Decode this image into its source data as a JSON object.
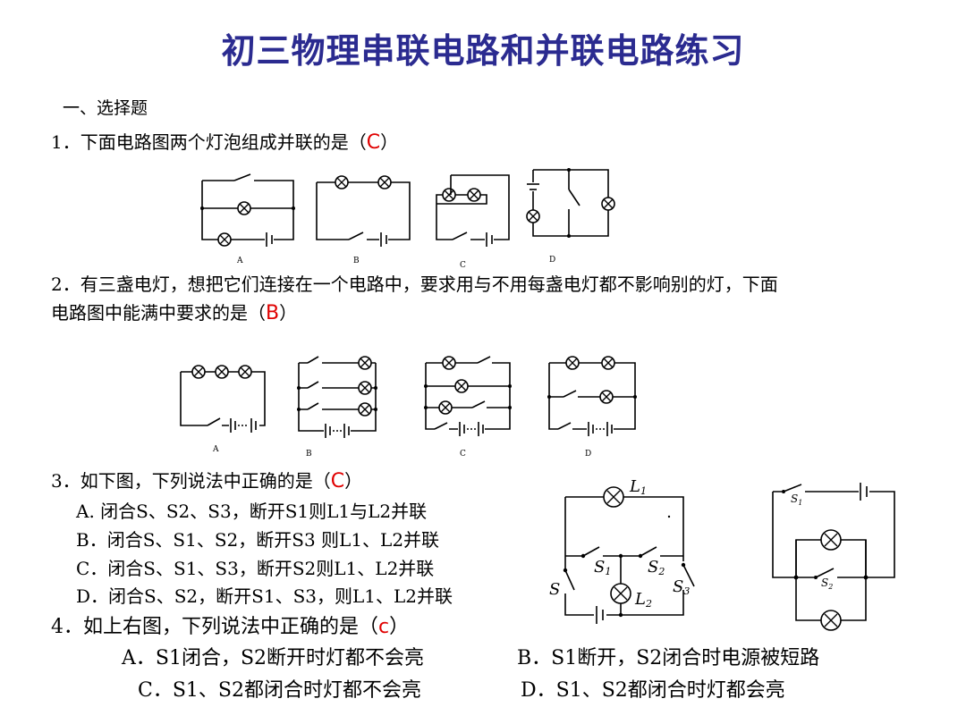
{
  "title": "初三物理串联电路和并联电路练习",
  "section": "一、选择题",
  "q1": {
    "text": "1．下面电路图两个灯泡组成并联的是（",
    "answer": "C",
    "close": "）",
    "labels": [
      "A",
      "B",
      "C",
      "D"
    ]
  },
  "q2": {
    "line1": "2．有三盏电灯，想把它们连接在一个电路中，要求用与不用每盏电灯都不影响别的灯，下面",
    "line2": "电路图中能满中要求的是（",
    "answer": "B",
    "close": "）",
    "labels": [
      "A",
      "B",
      "C",
      "D"
    ]
  },
  "q3": {
    "text": "3．如下图，下列说法中正确的是（",
    "answer": "C",
    "close": "）",
    "options": [
      "A. 闭合S、S2、S3，断开S1则L1与L2并联",
      "B．闭合S、S1、S2，断开S3 则L1、L2并联",
      "C．闭合S、S1、S3，断开S2则L1、L2并联",
      "D．闭合S、S2，断开S1、S3，则L1、L2并联"
    ]
  },
  "q4": {
    "text": "4．如上右图，下列说法中正确的是（",
    "answer": "c",
    "close": "）",
    "options": [
      "A．S1闭合，S2断开时灯都不会亮",
      "B．S1断开，S2闭合时电源被短路",
      "C．S1、S2都闭合时灯都不会亮",
      "D．S1、S2都闭合时灯都会亮"
    ]
  },
  "fig3": {
    "L1": "L",
    "L1sub": "1",
    "L2": "L",
    "L2sub": "2",
    "S": "S",
    "S1": "S",
    "S1sub": "1",
    "S2": "S",
    "S2sub": "2",
    "S3": "S",
    "S3sub": "3"
  },
  "fig4": {
    "S1": "S",
    "S1sub": "1",
    "S2": "S",
    "S2sub": "2"
  }
}
